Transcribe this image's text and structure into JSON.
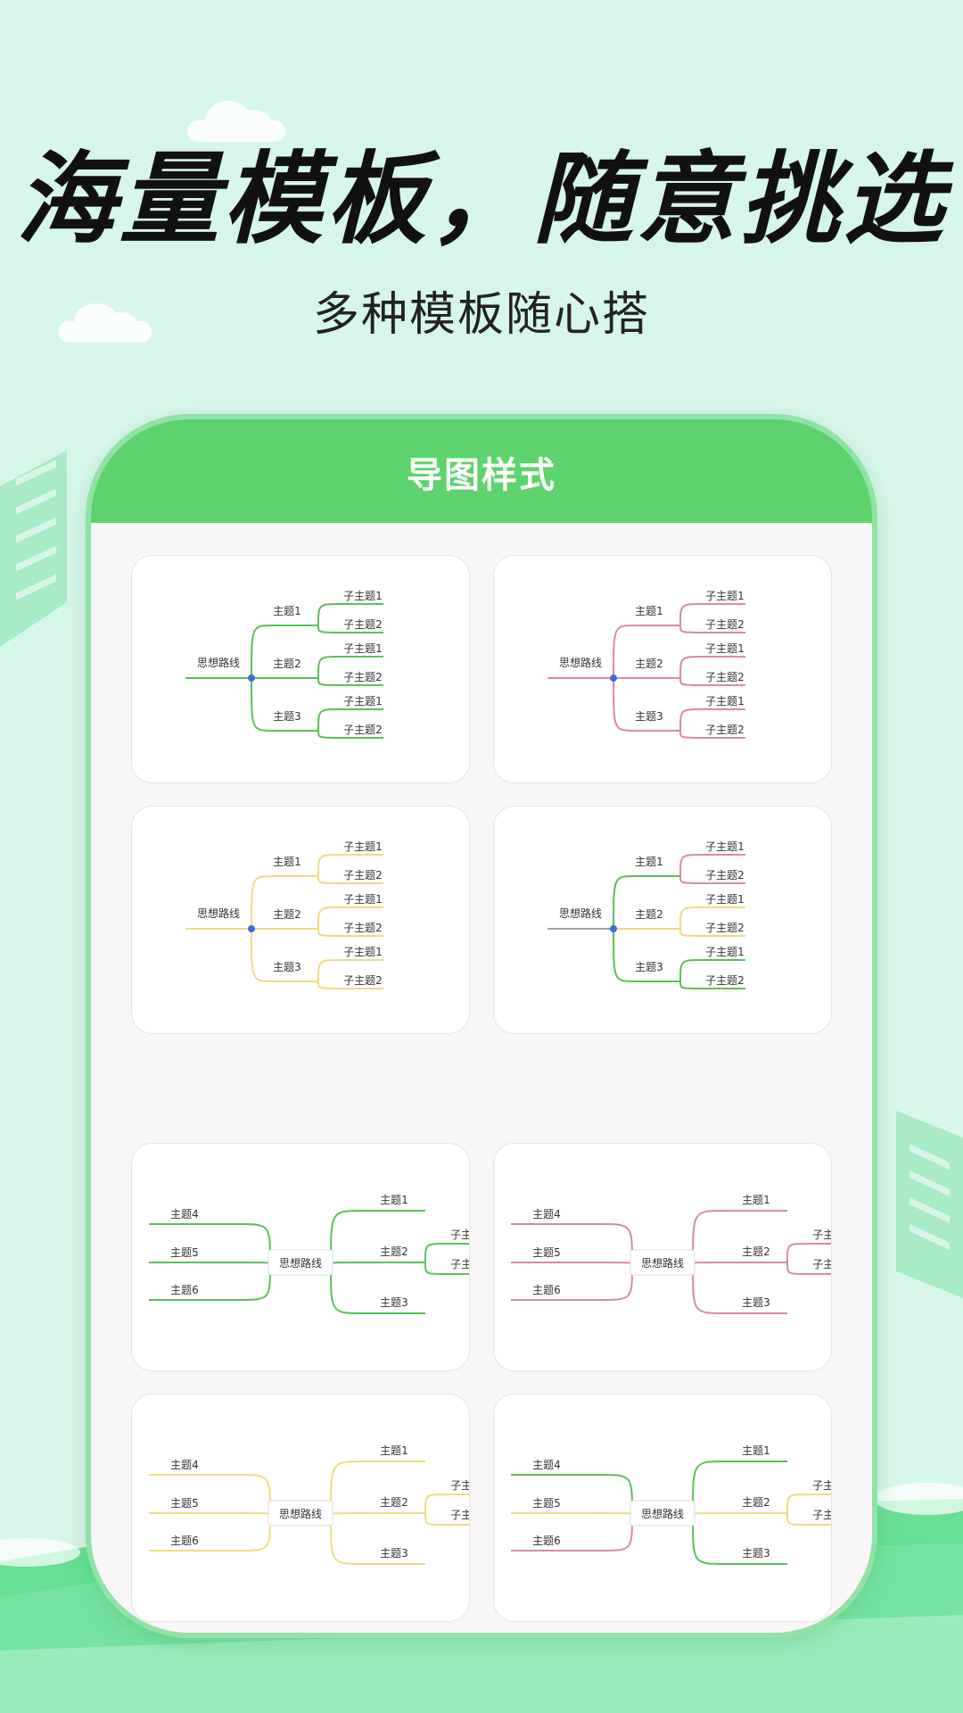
{
  "header": {
    "title": "海量模板，随意挑选",
    "subtitle": "多种模板随心搭"
  },
  "panel": {
    "title": "导图样式"
  },
  "mindmap": {
    "root": "思想路线",
    "topic1": "主题1",
    "topic2": "主题2",
    "topic3": "主题3",
    "topic4": "主题4",
    "topic5": "主题5",
    "topic6": "主题6",
    "sub1": "子主题1",
    "sub2": "子主题2"
  },
  "colors": {
    "background": "#d7f6ea",
    "header_green": "#5ed26c",
    "green": "#5cbf5c",
    "pink": "#d98b9c",
    "yellow": "#ecdc82",
    "gray": "#9aa3ad",
    "dot_blue": "#3b6fd6"
  },
  "templates": [
    {
      "layout": "right",
      "palette": "green"
    },
    {
      "layout": "right",
      "palette": "pink"
    },
    {
      "layout": "right",
      "palette": "yellow"
    },
    {
      "layout": "right",
      "palette": "mixed"
    },
    {
      "layout": "both",
      "palette": "green"
    },
    {
      "layout": "both",
      "palette": "pink"
    },
    {
      "layout": "both",
      "palette": "yellow"
    },
    {
      "layout": "both",
      "palette": "mixed"
    }
  ]
}
